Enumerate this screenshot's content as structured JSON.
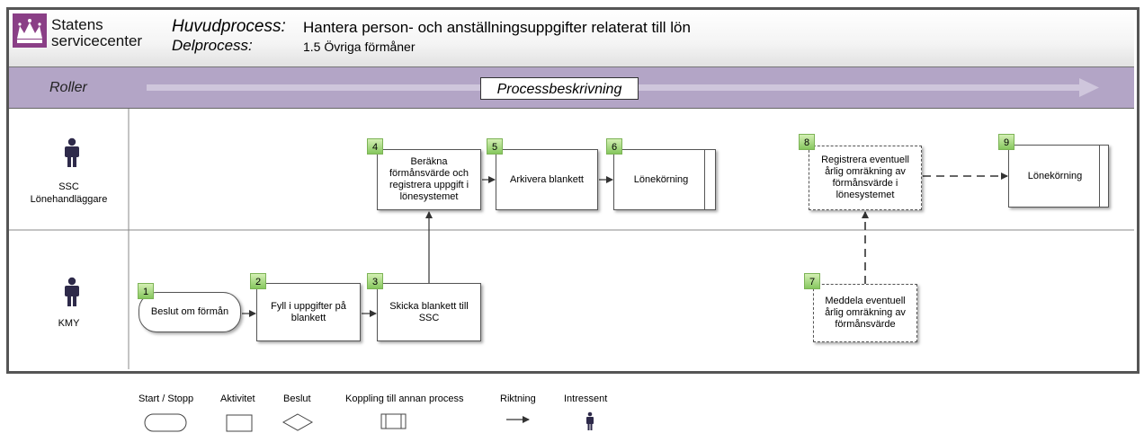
{
  "header": {
    "brand_line1": "Statens",
    "brand_line2": "servicecenter",
    "process_label": "Huvudprocess:",
    "process_value": "Hantera person- och anställningsuppgifter relaterat till lön",
    "subprocess_label": "Delprocess:",
    "subprocess_value": "1.5 Övriga förmåner"
  },
  "band": {
    "roles_label": "Roller",
    "description_label": "Processbeskrivning"
  },
  "lanes": [
    {
      "name_line1": "SSC",
      "name_line2": "Lönehandläggare",
      "icon": "person-icon"
    },
    {
      "name_line1": "KMY",
      "name_line2": "",
      "icon": "person-icon"
    }
  ],
  "steps": [
    {
      "num": "1",
      "text": "Beslut om förmån"
    },
    {
      "num": "2",
      "text": "Fyll i uppgifter på blankett"
    },
    {
      "num": "3",
      "text": "Skicka blankett till SSC"
    },
    {
      "num": "4",
      "text": "Beräkna förmånsvärde och registrera uppgift i lönesystemet"
    },
    {
      "num": "5",
      "text": "Arkivera blankett"
    },
    {
      "num": "6",
      "text": "Lönekörning"
    },
    {
      "num": "7",
      "text": "Meddela eventuell årlig omräkning av förmånsvärde"
    },
    {
      "num": "8",
      "text": "Registrera eventuell årlig omräkning av förmånsvärde i lönesystemet"
    },
    {
      "num": "9",
      "text": "Lönekörning"
    }
  ],
  "legend": {
    "start_stop": "Start / Stopp",
    "activity": "Aktivitet",
    "decision": "Beslut",
    "link": "Koppling till annan process",
    "direction": "Riktning",
    "stakeholder": "Intressent"
  },
  "colors": {
    "band": "#b3a5c6",
    "logo": "#8a3f86",
    "step_badge": "#9ed46e",
    "person": "#2e2a4a"
  }
}
